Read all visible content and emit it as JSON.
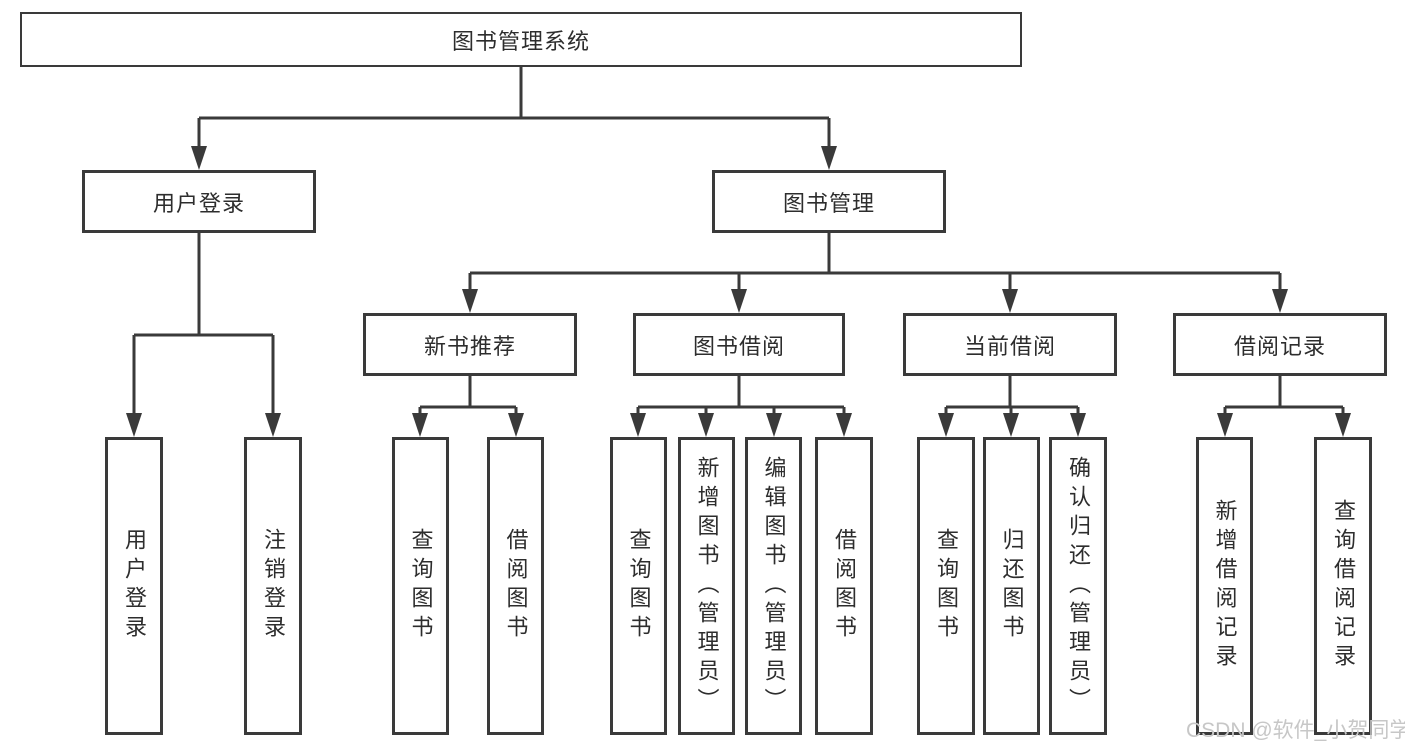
{
  "canvas": {
    "background": "#ffffff",
    "line_color": "#3a3a3a",
    "text_color": "#2d2d2d"
  },
  "watermark": {
    "text": "CSDN @软件_小贺同学",
    "color": "#c7c7c7"
  },
  "nodes": {
    "root": {
      "label": "图书管理系统"
    },
    "level2": [
      {
        "id": "user-login",
        "label": "用户登录"
      },
      {
        "id": "book-management",
        "label": "图书管理"
      }
    ],
    "level3": [
      {
        "id": "new-book-recommend",
        "label": "新书推荐"
      },
      {
        "id": "book-borrowing",
        "label": "图书借阅"
      },
      {
        "id": "current-borrowing",
        "label": "当前借阅"
      },
      {
        "id": "borrowing-records",
        "label": "借阅记录"
      }
    ],
    "leaves": [
      {
        "id": "user-login-leaf",
        "parent": "user-login",
        "label": "用户登录"
      },
      {
        "id": "logout-leaf",
        "parent": "user-login",
        "label": "注销登录"
      },
      {
        "id": "query-books-recommend",
        "parent": "new-book-recommend",
        "label": "查询图书"
      },
      {
        "id": "borrow-books-recommend",
        "parent": "new-book-recommend",
        "label": "借阅图书"
      },
      {
        "id": "query-books-borrowing",
        "parent": "book-borrowing",
        "label": "查询图书"
      },
      {
        "id": "add-books-admin",
        "parent": "book-borrowing",
        "label": "新增图书（管理员）"
      },
      {
        "id": "edit-books-admin",
        "parent": "book-borrowing",
        "label": "编辑图书（管理员）"
      },
      {
        "id": "borrow-books-borrowing",
        "parent": "book-borrowing",
        "label": "借阅图书"
      },
      {
        "id": "query-books-current",
        "parent": "current-borrowing",
        "label": "查询图书"
      },
      {
        "id": "return-books",
        "parent": "current-borrowing",
        "label": "归还图书"
      },
      {
        "id": "confirm-return-admin",
        "parent": "current-borrowing",
        "label": "确认归还（管理员）"
      },
      {
        "id": "add-borrow-record",
        "parent": "borrowing-records",
        "label": "新增借阅记录"
      },
      {
        "id": "query-borrow-record",
        "parent": "borrowing-records",
        "label": "查询借阅记录"
      }
    ]
  }
}
